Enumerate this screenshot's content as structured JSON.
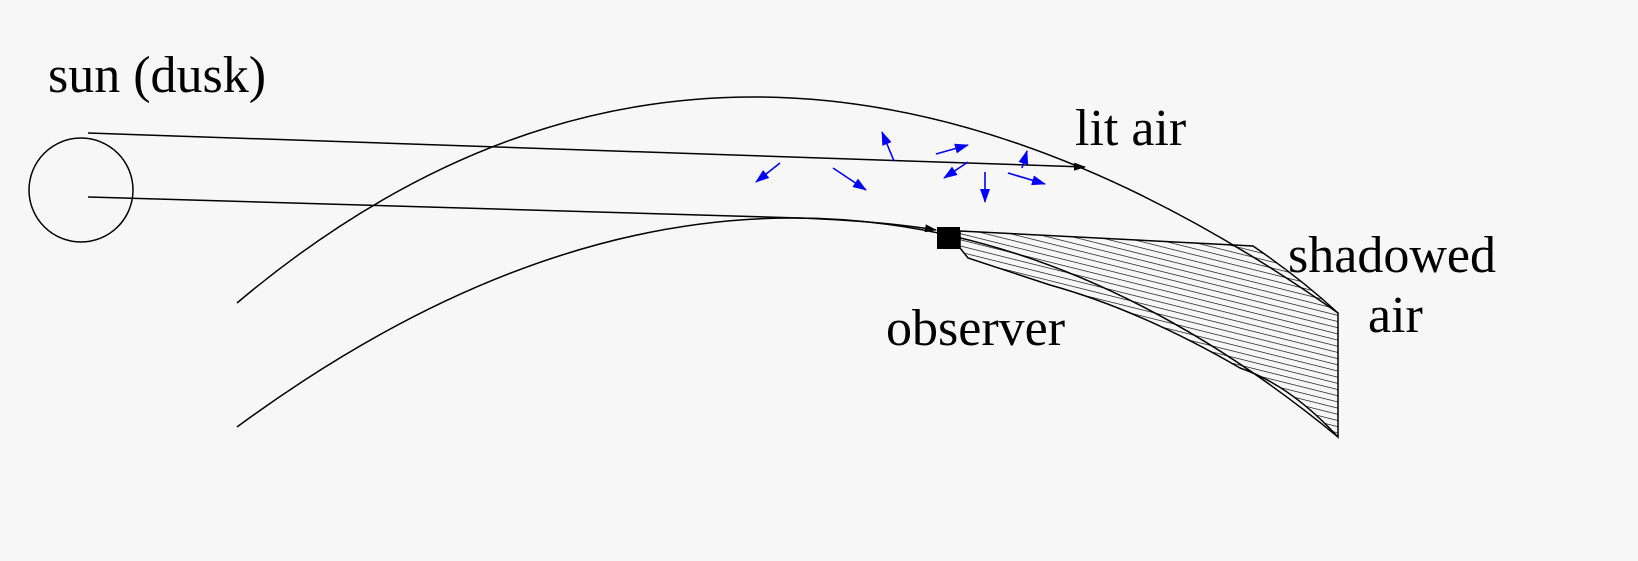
{
  "labels": {
    "sun": "sun (dusk)",
    "lit_air": "lit air",
    "shadowed_line1": "shadowed",
    "shadowed_line2": "air",
    "observer": "observer"
  },
  "colors": {
    "background": "#f7f7f7",
    "lines": "#000000",
    "scatter_arrows": "#0000ff"
  }
}
